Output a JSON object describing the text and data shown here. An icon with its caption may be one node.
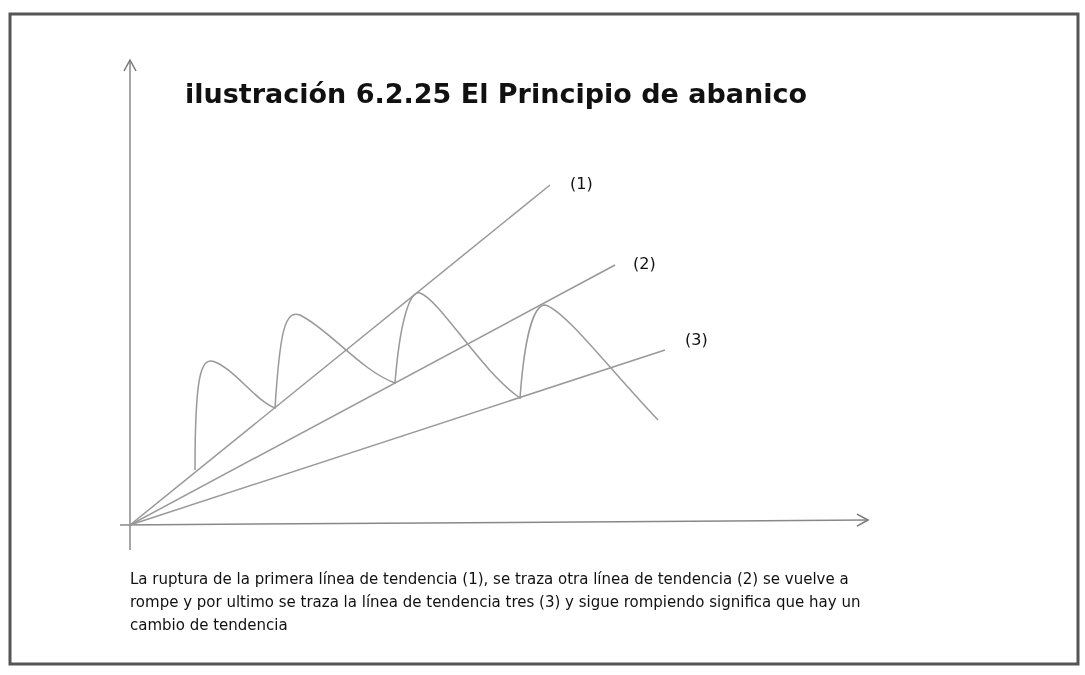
{
  "diagram": {
    "title": "ilustración 6.2.25 El Principio de abanico",
    "caption": "La ruptura de la primera línea de tendencia (1), se traza otra línea de tendencia (2) se vuelve a rompe y por ultimo se traza la línea de tendencia tres (3) y sigue rompiendo significa que hay un cambio de tendencia",
    "labels": [
      "(1)",
      "(2)",
      "(3)"
    ]
  }
}
